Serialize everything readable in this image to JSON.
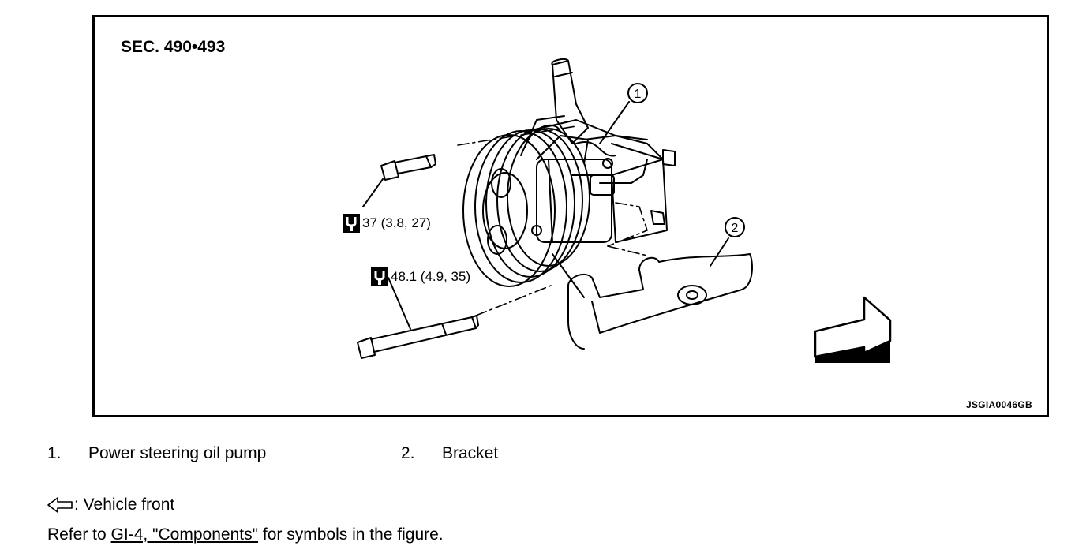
{
  "figure": {
    "section": "SEC. 490•493",
    "code": "JSGIA0046GB",
    "callouts": [
      "1",
      "2"
    ],
    "torques": [
      {
        "value": "37 (3.8, 27)"
      },
      {
        "value": "48.1 (4.9, 35)"
      }
    ]
  },
  "legend": [
    {
      "num": "1.",
      "label": "Power steering oil pump"
    },
    {
      "num": "2.",
      "label": "Bracket"
    }
  ],
  "notes": {
    "front": ": Vehicle front",
    "refer_prefix": "Refer to ",
    "refer_link": "GI-4, \"Components\"",
    "refer_suffix": " for symbols in the figure."
  }
}
